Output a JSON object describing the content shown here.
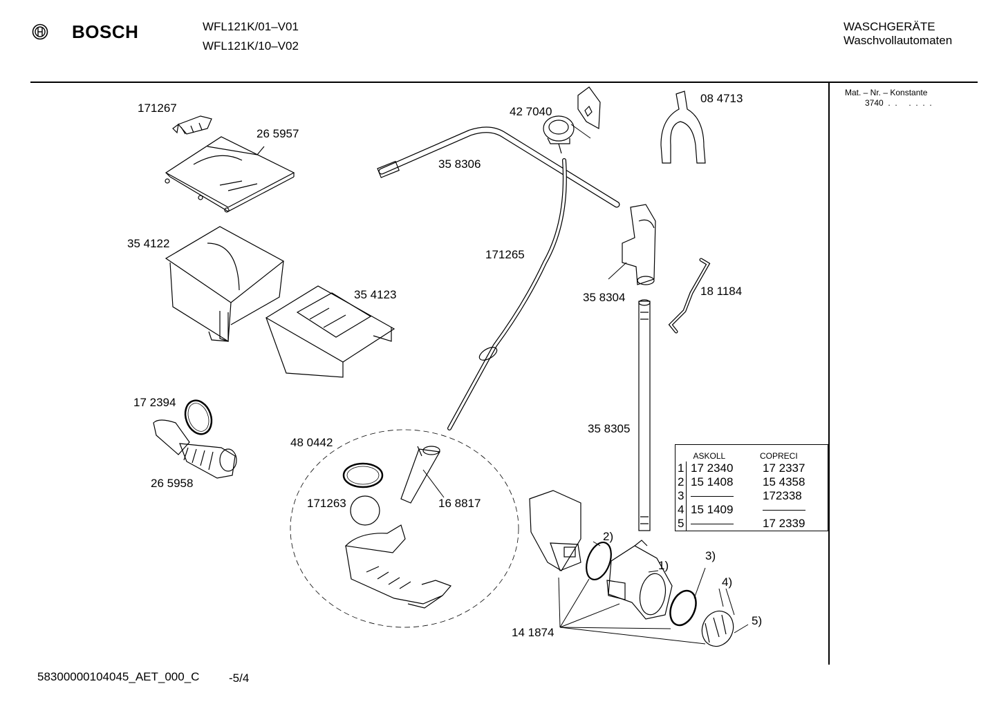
{
  "header": {
    "brand": "BOSCH",
    "models": [
      "WFL121K/01–V01",
      "WFL121K/10–V02"
    ],
    "category": "WASCHGERÄTE",
    "subcategory": "Waschvollautomaten"
  },
  "side_panel": {
    "title": "Mat. – Nr. – Konstante",
    "value": "3740  .  .     .  .  .  ."
  },
  "labels": {
    "p171267": "171267",
    "p265957": "26 5957",
    "p354122": "35 4122",
    "p354123": "35 4123",
    "p172394": "17 2394",
    "p265958": "26 5958",
    "p480442": "48 0442",
    "p171263": "171263",
    "p168817": "16 8817",
    "p427040": "42 7040",
    "p358306": "35 8306",
    "p171265": "171265",
    "p084713": "08 4713",
    "p358304": "35 8304",
    "p181184": "18 1184",
    "p358305": "35 8305",
    "p141874": "14 1874",
    "n1": "1)",
    "n2": "2)",
    "n3": "3)",
    "n4": "4)",
    "n5": "5)"
  },
  "variant_table": {
    "headers": [
      "ASKOLL",
      "COPRECI"
    ],
    "rows": [
      {
        "idx": "1",
        "askoll": "17 2340",
        "copreci": "17 2337"
      },
      {
        "idx": "2",
        "askoll": "15 1408",
        "copreci": "15 4358"
      },
      {
        "idx": "3",
        "askoll": "",
        "copreci": "172338"
      },
      {
        "idx": "4",
        "askoll": "15 1409",
        "copreci": ""
      },
      {
        "idx": "5",
        "askoll": "",
        "copreci": "17 2339"
      }
    ]
  },
  "footer": {
    "doc_id": "58300000104045_AET_000_C",
    "page": "-5/4"
  }
}
